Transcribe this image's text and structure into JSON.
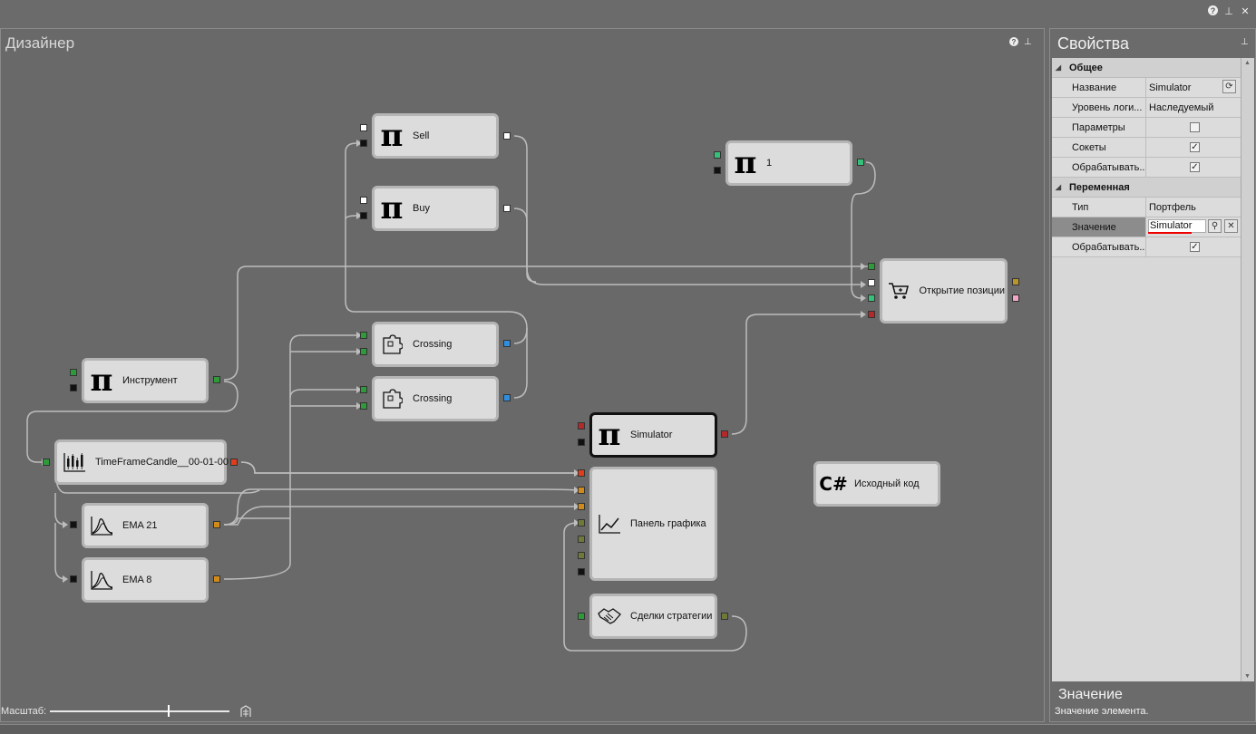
{
  "window": {
    "help_label": "?",
    "pin_label": "⊥",
    "close_label": "✕"
  },
  "designer": {
    "title": "Дизайнер",
    "scale_label": "Масштаб:",
    "nodes": {
      "sell": "Sell",
      "buy": "Buy",
      "one": "1",
      "open_position": "Открытие позиции",
      "instrument": "Инструмент",
      "crossing1": "Crossing",
      "crossing2": "Crossing",
      "candle": "TimeFrameCandle__00-01-00",
      "simulator": "Simulator",
      "source_code": "Исходный код",
      "ema21": "EMA 21",
      "ema8": "EMA 8",
      "chart_panel": "Панель графика",
      "strategy_trades": "Сделки стратегии"
    },
    "icons": {
      "pi": "π",
      "csharp": "C#"
    },
    "colors": {
      "socket_green": "#2e9a3a",
      "socket_black": "#111111",
      "socket_white": "#ffffff",
      "socket_red": "#e23c1c",
      "socket_orange": "#d08a1a",
      "socket_blue": "#2f8ee0",
      "socket_darkred": "#b32a2a",
      "socket_olive": "#6e7a3a",
      "socket_pink": "#f1a6c6",
      "socket_mint": "#36c07a",
      "link": "#bdbdbd"
    }
  },
  "properties": {
    "title": "Свойства",
    "categories": [
      {
        "label": "Общее",
        "rows": [
          {
            "name": "Название",
            "value": "Simulator"
          },
          {
            "name": "Уровень логи...",
            "value": "Наследуемый"
          },
          {
            "name": "Параметры",
            "checked": false
          },
          {
            "name": "Сокеты",
            "checked": true
          },
          {
            "name": "Обрабатывать...",
            "checked": true
          }
        ]
      },
      {
        "label": "Переменная",
        "rows": [
          {
            "name": "Тип",
            "value": "Портфель"
          },
          {
            "name": "Значение",
            "value": "Simulator"
          },
          {
            "name": "Обрабатывать...",
            "checked": true
          }
        ]
      }
    ],
    "description": {
      "title": "Значение",
      "text": "Значение элемента."
    }
  }
}
